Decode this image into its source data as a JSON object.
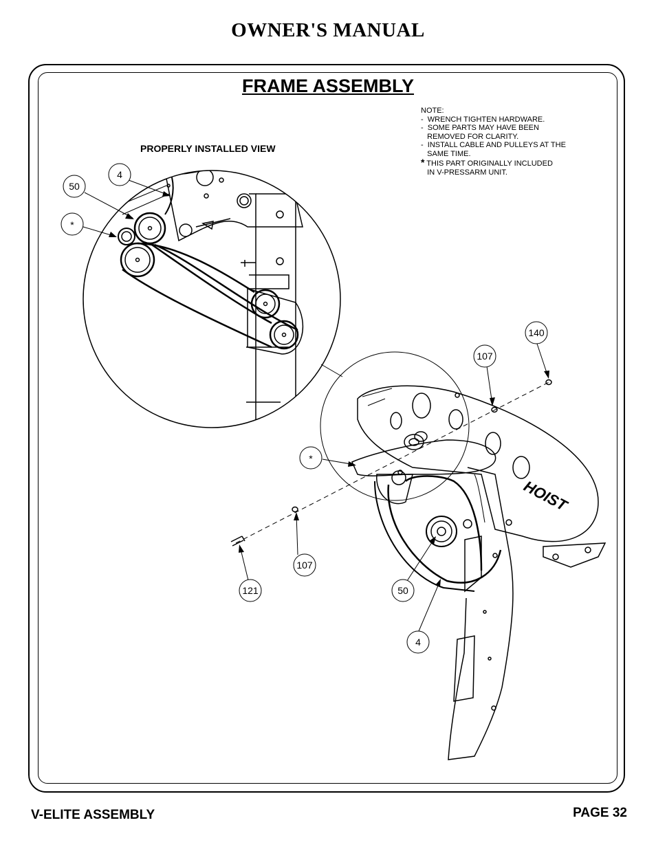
{
  "header": {
    "title": "OWNER'S MANUAL"
  },
  "section": {
    "title": "FRAME ASSEMBLY"
  },
  "note": {
    "heading": "NOTE:",
    "lines": [
      "-  WRENCH TIGHTEN HARDWARE.",
      "-  SOME PARTS MAY HAVE BEEN",
      "   REMOVED FOR CLARITY.",
      "-  INSTALL CABLE AND PULLEYS AT THE",
      "   SAME TIME."
    ],
    "star_mark": "*",
    "star_lines": [
      " THIS PART ORIGINALLY INCLUDED",
      "   IN V-PRESSARM UNIT."
    ]
  },
  "view_label": "PROPERLY INSTALLED VIEW",
  "callouts": {
    "c50_detail": "50",
    "c4_detail": "4",
    "star_detail": "*",
    "c140": "140",
    "c107_top": "107",
    "star_main": "*",
    "c107_bottom": "107",
    "c121": "121",
    "c50_main": "50",
    "c4_main": "4"
  },
  "brand": {
    "logo_text": "HOIST"
  },
  "footer": {
    "left": "V-ELITE ASSEMBLY",
    "right": "PAGE 32"
  }
}
